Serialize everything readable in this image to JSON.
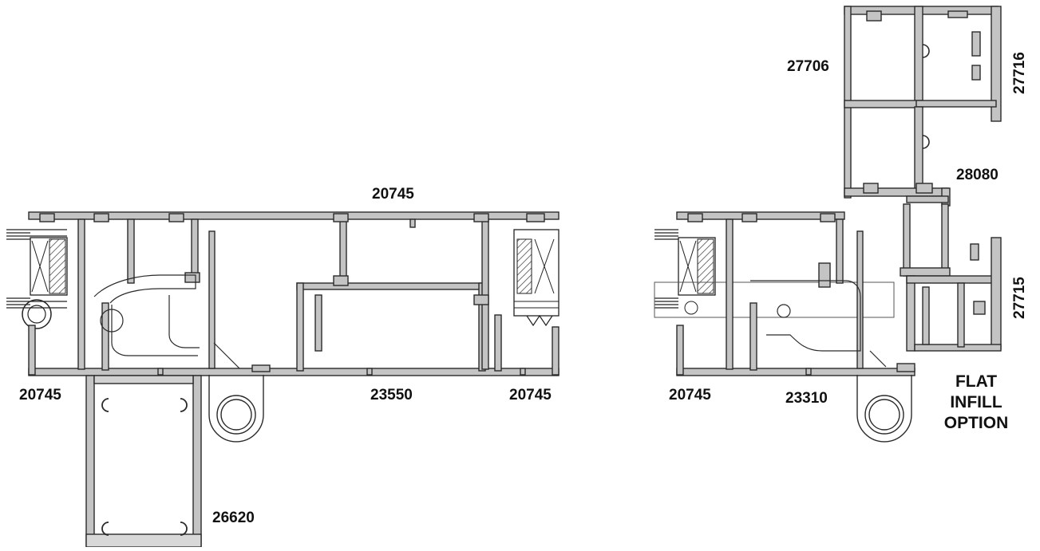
{
  "colors": {
    "profile_fill": "#c4c4c4",
    "profile_stroke": "#2a2a2a",
    "label": "#111111",
    "background": "#ffffff"
  },
  "labels": {
    "left_top": "20745",
    "left_bottom_left": "20745",
    "left_bottom_center": "23550",
    "left_bottom_right": "20745",
    "left_mullion": "26620",
    "right_bottom_left": "20745",
    "right_bottom_center": "23310",
    "right_upper_box": "27706",
    "right_upper_side": "27716",
    "right_adaptor": "28080",
    "right_lower_side": "27715"
  },
  "note": {
    "line1": "FLAT",
    "line2": "INFILL",
    "line3": "OPTION"
  }
}
